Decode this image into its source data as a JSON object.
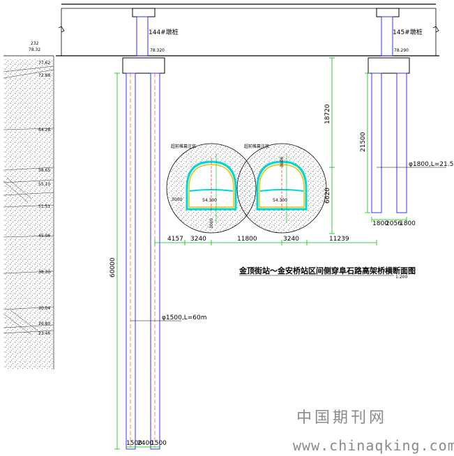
{
  "drawing": {
    "title": "金顶街站～金安桥站区间侧穿阜石路高架桥横断面图",
    "scale": "1:200",
    "left_pier": {
      "pile_label": "144#墩桩",
      "elevation": "78.320",
      "pile_spec": "φ1500,L=60m",
      "pile_length": "60000",
      "base_dims": [
        "1500",
        "2400",
        "1500"
      ]
    },
    "right_pier": {
      "pile_label": "145#墩桩",
      "elevation": "78.290",
      "pile_spec": "φ1800,L=21.5m",
      "pile_length": "21500",
      "base_dims": [
        "1800",
        "2056",
        "1800"
      ]
    },
    "tunnels": {
      "left_label": "超前帷幕注浆",
      "right_label": "超前帷幕注浆",
      "left_elevation": "54.300",
      "right_elevation": "54.300",
      "grout_dims": [
        "3000",
        "3000",
        "3000"
      ],
      "vertical_dims": [
        "18720",
        "6620"
      ]
    },
    "horizontal_dims": [
      "4157",
      "3240",
      "11800",
      "3240",
      "11239"
    ],
    "borehole": {
      "top_label": "232",
      "top_elevation": "78.32",
      "depths": [
        "77.62",
        "72.88",
        "64.28",
        "58.65",
        "55.10",
        "51.51",
        "45.06",
        "38.30",
        "30.04",
        "26.80",
        "23.46"
      ]
    },
    "watermark_cn": "中国期刊网",
    "watermark_url": "www.chinaqking.com"
  },
  "colors": {
    "line": "#000000",
    "dimension": "#00c000",
    "pile": "#3030ff",
    "axis": "#ff0000",
    "lining": "#e8c400",
    "grout_ring": "#00d6d6"
  }
}
